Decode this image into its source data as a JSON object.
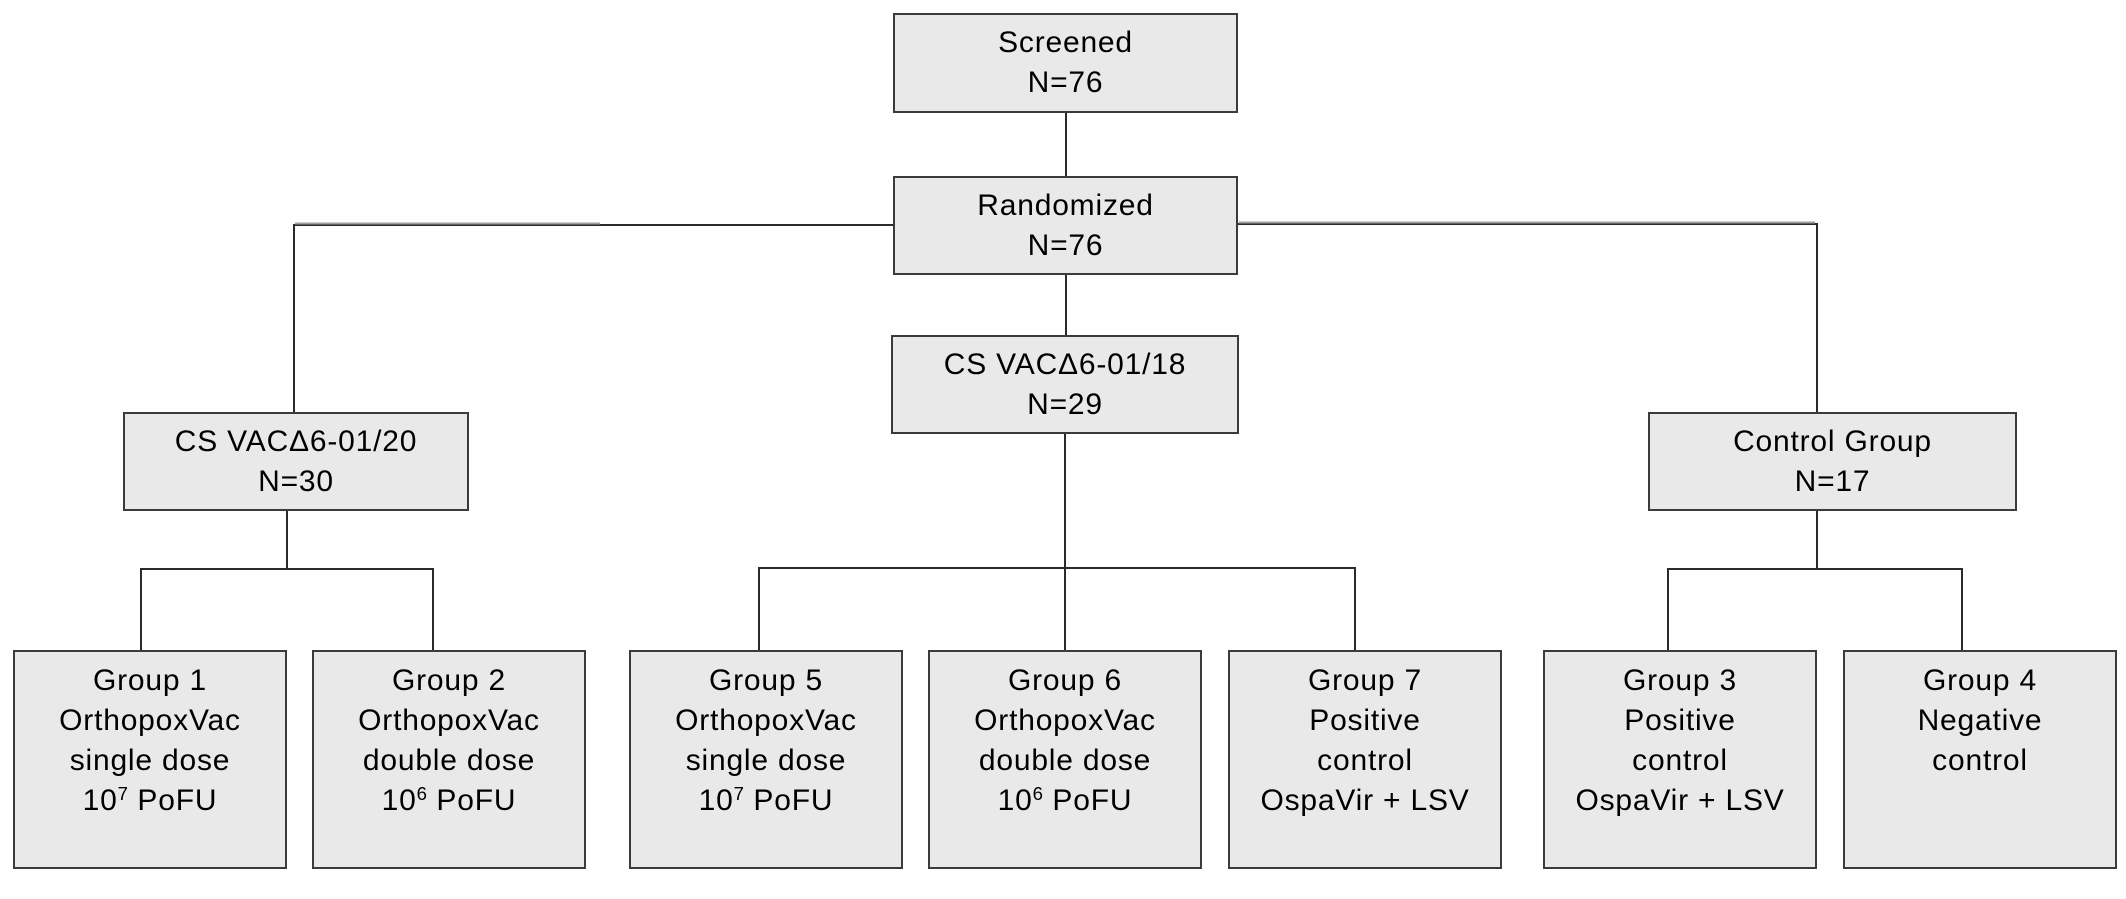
{
  "diagram_type": "flowchart",
  "colors": {
    "background": "#ffffff",
    "box_fill": "#e9e9e9",
    "box_border": "#3b3b3b",
    "connector": "#2b2b2b",
    "connector_shadow": "#9e9e9e",
    "text": "#000000"
  },
  "nodes": [
    {
      "id": "screened",
      "lines": [
        [
          "Screened"
        ],
        [
          "N=76"
        ]
      ]
    },
    {
      "id": "randomized",
      "lines": [
        [
          "Randomized"
        ],
        [
          "N=76"
        ]
      ]
    },
    {
      "id": "cohort-01-20",
      "lines": [
        [
          "CS VACΔ6-01/20"
        ],
        [
          "N=30"
        ]
      ]
    },
    {
      "id": "cohort-01-18",
      "lines": [
        [
          "CS VACΔ6-01/18"
        ],
        [
          "N=29"
        ]
      ]
    },
    {
      "id": "control-group",
      "lines": [
        [
          "Control Group"
        ],
        [
          "N=17"
        ]
      ]
    },
    {
      "id": "group-1",
      "lines": [
        [
          "Group 1"
        ],
        [
          "OrthopoxVac"
        ],
        [
          "single dose"
        ],
        [
          "10",
          {
            "sup": "7"
          },
          " PoFU"
        ]
      ]
    },
    {
      "id": "group-2",
      "lines": [
        [
          "Group 2"
        ],
        [
          "OrthopoxVac"
        ],
        [
          "double dose"
        ],
        [
          "10",
          {
            "sup": "6"
          },
          " PoFU"
        ]
      ]
    },
    {
      "id": "group-5",
      "lines": [
        [
          "Group 5"
        ],
        [
          "OrthopoxVac"
        ],
        [
          "single dose"
        ],
        [
          "10",
          {
            "sup": "7"
          },
          " PoFU"
        ]
      ]
    },
    {
      "id": "group-6",
      "lines": [
        [
          "Group 6"
        ],
        [
          "OrthopoxVac"
        ],
        [
          "double dose"
        ],
        [
          "10",
          {
            "sup": "6"
          },
          " PoFU"
        ]
      ]
    },
    {
      "id": "group-7",
      "lines": [
        [
          "Group 7"
        ],
        [
          "Positive"
        ],
        [
          "control"
        ],
        [
          "OspaVir + LSV"
        ]
      ]
    },
    {
      "id": "group-3",
      "lines": [
        [
          "Group 3"
        ],
        [
          "Positive"
        ],
        [
          "control"
        ],
        [
          "OspaVir + LSV"
        ]
      ]
    },
    {
      "id": "group-4",
      "lines": [
        [
          "Group 4"
        ],
        [
          "Negative"
        ],
        [
          "control"
        ]
      ]
    }
  ],
  "edges": [
    {
      "from": "screened",
      "to": "randomized"
    },
    {
      "from": "randomized",
      "to": "cohort-01-20"
    },
    {
      "from": "randomized",
      "to": "cohort-01-18"
    },
    {
      "from": "randomized",
      "to": "control-group"
    },
    {
      "from": "cohort-01-20",
      "to": "group-1"
    },
    {
      "from": "cohort-01-20",
      "to": "group-2"
    },
    {
      "from": "cohort-01-18",
      "to": "group-5"
    },
    {
      "from": "cohort-01-18",
      "to": "group-6"
    },
    {
      "from": "cohort-01-18",
      "to": "group-7"
    },
    {
      "from": "control-group",
      "to": "group-3"
    },
    {
      "from": "control-group",
      "to": "group-4"
    }
  ]
}
